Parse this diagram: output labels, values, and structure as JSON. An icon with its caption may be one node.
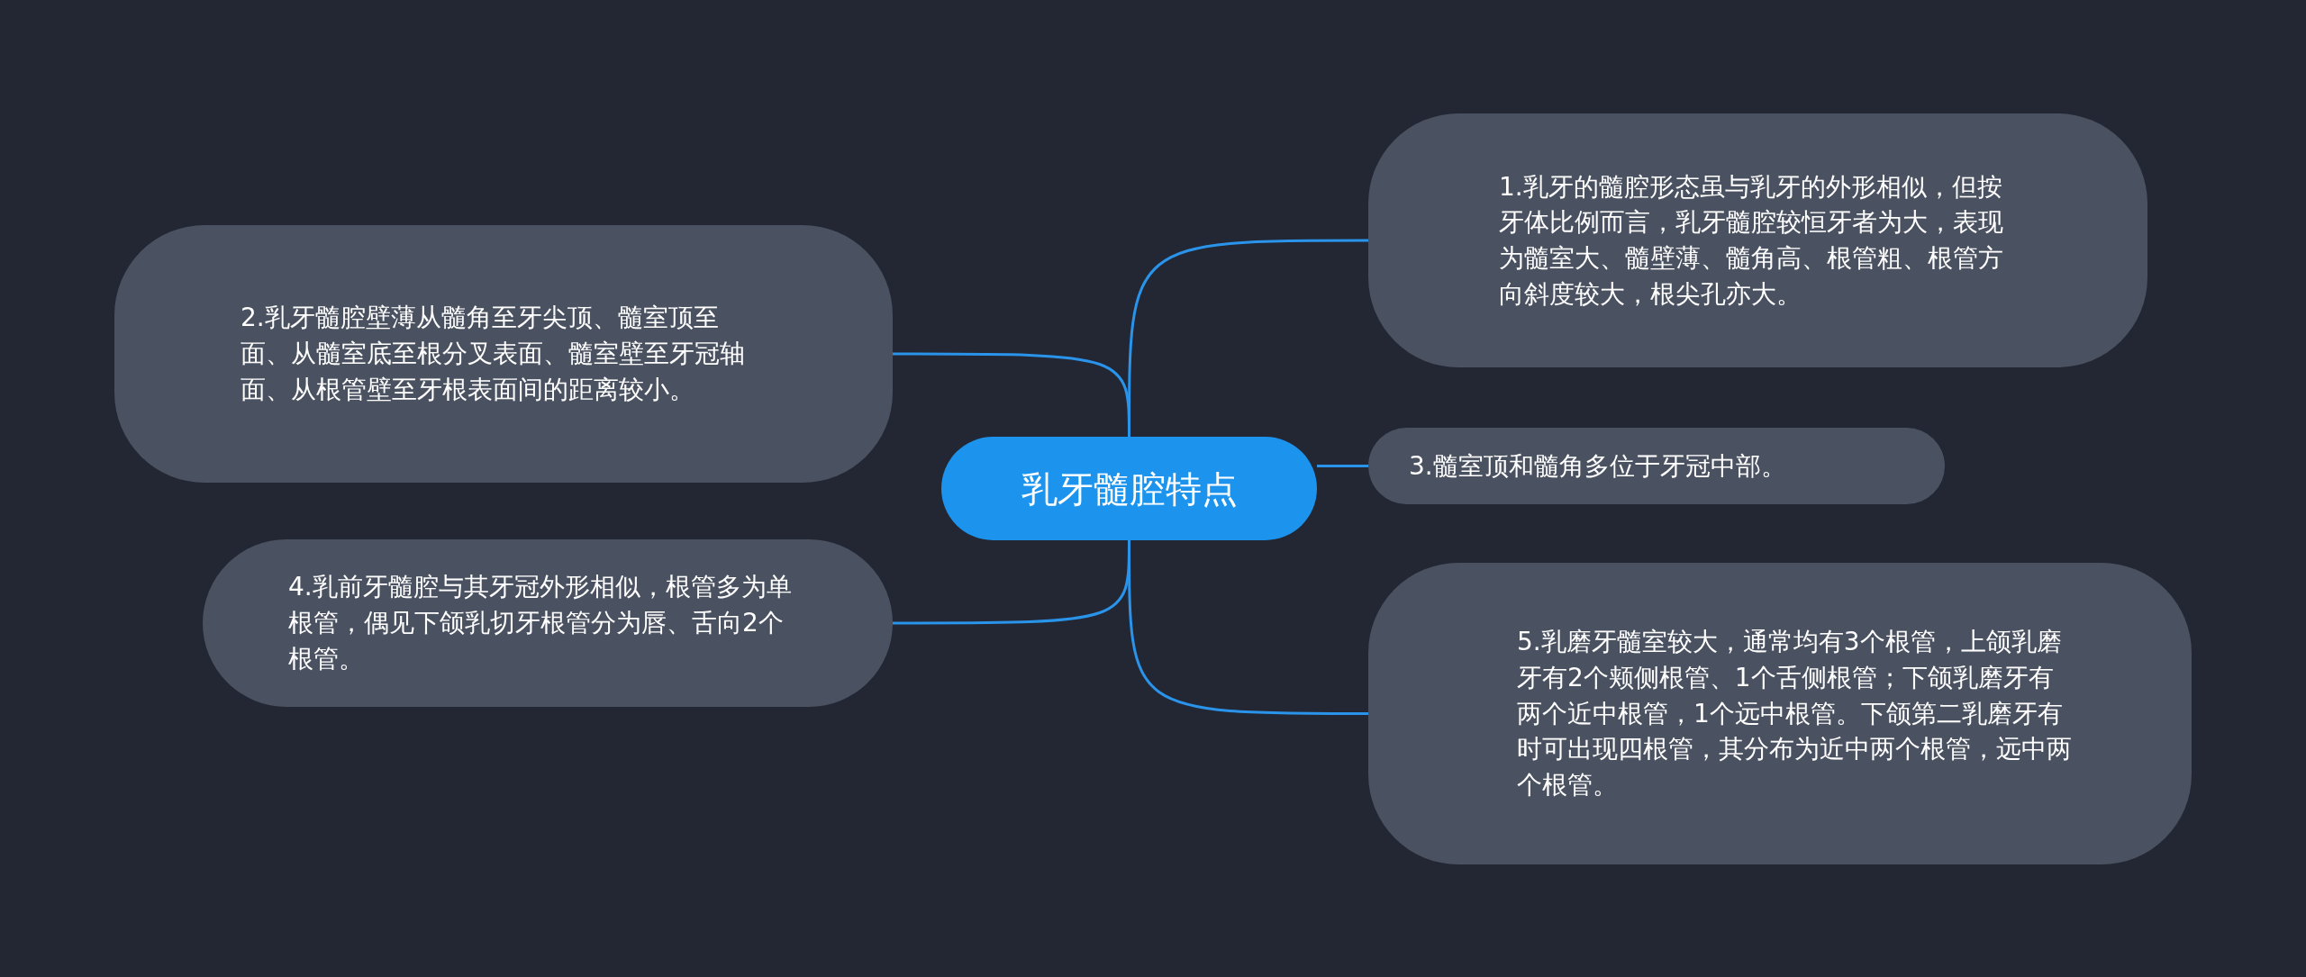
{
  "diagram": {
    "nodes": [
      {
        "text": [
          "乳牙髓腔特点"
        ]
      },
      {
        "text": [
          "1.乳牙的髓腔形态虽与乳牙的外形相似，但按牙体比例而言，乳牙髓腔较恒牙者为大，表现为髓室大、髓壁薄、髓角高、根管粗、根管方向斜度较大，根尖孔亦大。"
        ]
      },
      {
        "text": [
          "2.乳牙髓腔壁薄从髓角至牙尖顶、髓室顶至面、从髓室底至根分叉表面、髓室壁至牙冠轴面、从根管壁至牙根表面间的距离较小。"
        ]
      },
      {
        "text": [
          "3.髓室顶和髓角多位于牙冠中部。"
        ]
      },
      {
        "text": [
          "4.乳前牙髓腔与其牙冠外形相似，根管多为单根管，偶见下颌乳切牙根管分为唇、舌向2个根管。"
        ]
      },
      {
        "text": [
          "5.乳磨牙髓室较大，通常均有3个根管，上颌乳磨牙有2个颊侧根管、1个舌侧根管；下颌乳磨牙有两个近中根管，1个远中根管。下颌第二乳磨牙有时可出现四根管，其分布为近中两个根管，远中两个根管。"
        ]
      }
    ],
    "edges": [
      {
        "from": 0,
        "to": 1,
        "arrow": "none"
      },
      {
        "from": 0,
        "to": 2,
        "arrow": "none"
      },
      {
        "from": 0,
        "to": 3,
        "arrow": "none"
      },
      {
        "from": 0,
        "to": 4,
        "arrow": "none"
      },
      {
        "from": 0,
        "to": 5,
        "arrow": "none"
      }
    ]
  }
}
